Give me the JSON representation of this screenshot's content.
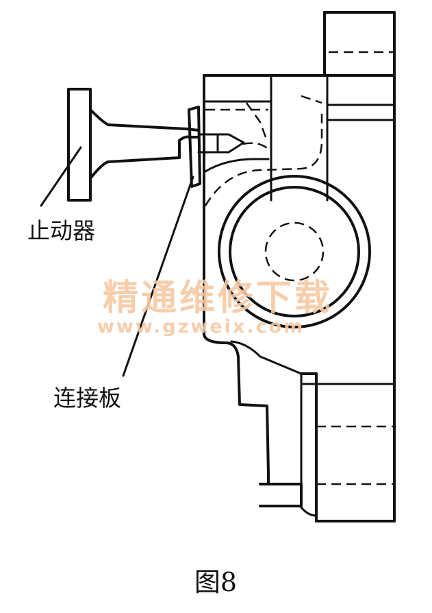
{
  "labels": {
    "actuator": "止动器",
    "connecting_plate": "连接板"
  },
  "caption": "图8",
  "watermark": {
    "text": "精通维修下载",
    "url": "www.gzweix.com",
    "color": "#f7c9a4"
  }
}
